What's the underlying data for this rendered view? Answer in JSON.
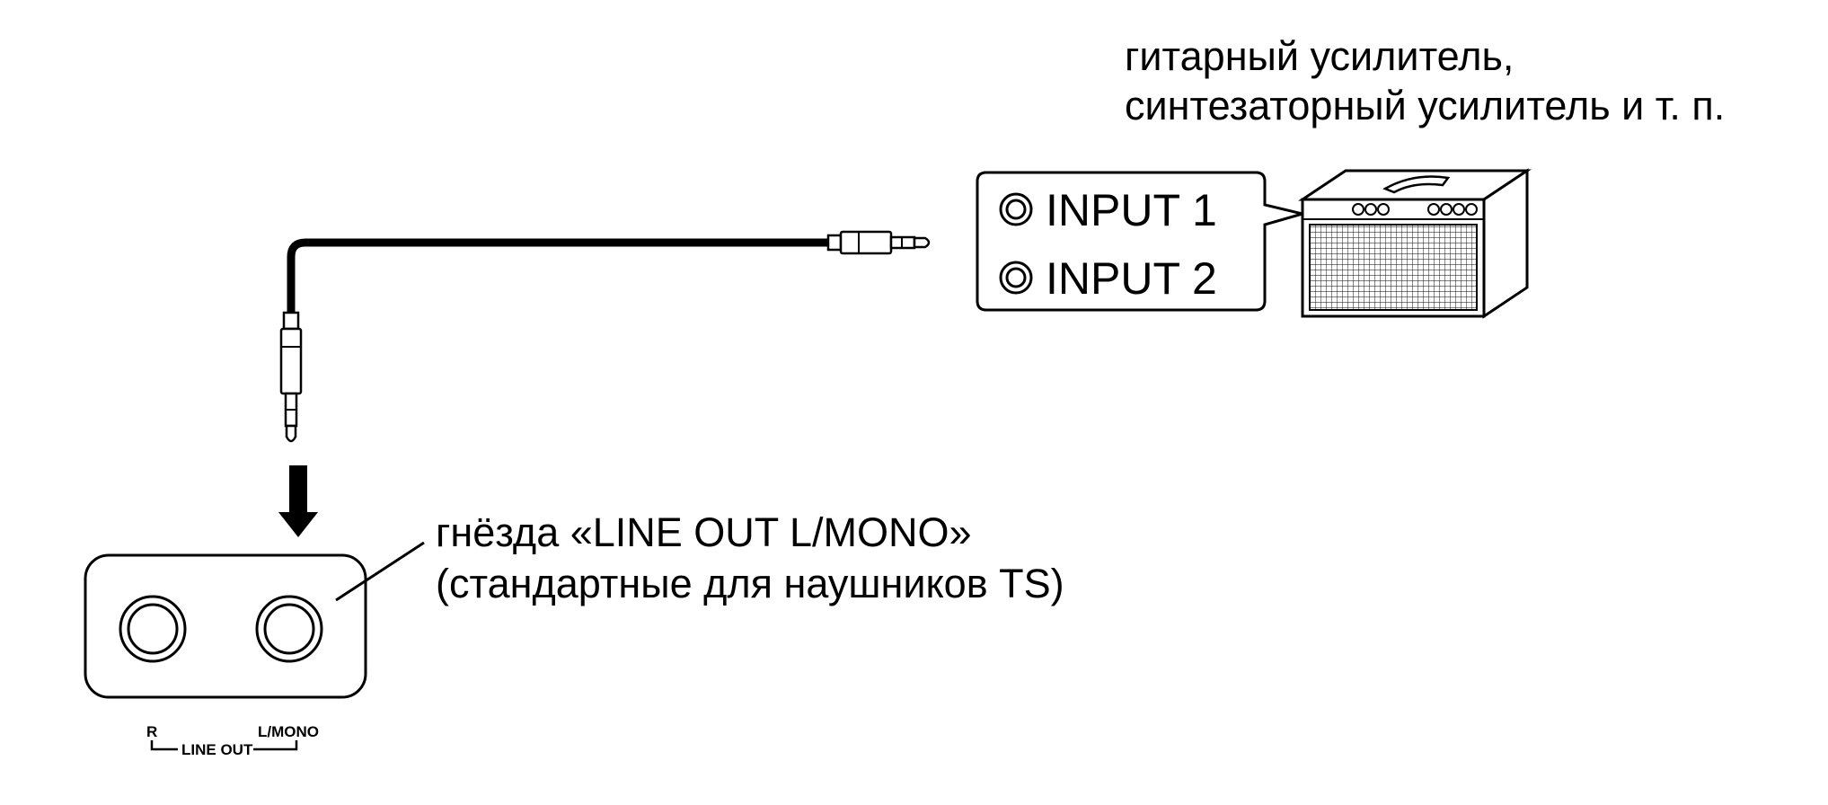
{
  "amp_label": {
    "line1": "гитарный усилитель,",
    "line2": "синтезаторный усилитель и т. п."
  },
  "inputs": {
    "input1": "INPUT 1",
    "input2": "INPUT 2"
  },
  "jack_label": {
    "line1": "гнёзда «LINE OUT L/MONO»",
    "line2": "(стандартные для наушников TS)"
  },
  "panel_labels": {
    "r": "R",
    "l_mono": "L/MONO",
    "line_out": "LINE OUT"
  }
}
